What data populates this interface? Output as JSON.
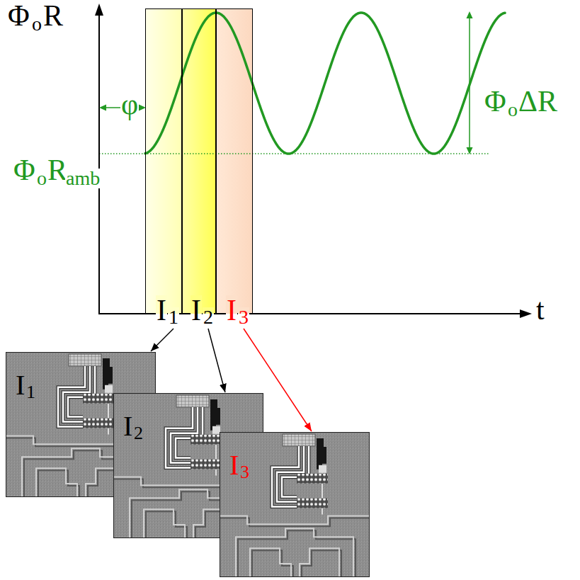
{
  "diagram": {
    "nodes": [
      {
        "text": [
          "I",
          "1"
        ]
      },
      {
        "text": [
          "I",
          "2"
        ]
      },
      {
        "text": [
          "I",
          "3"
        ]
      },
      {
        "text": [
          "I",
          "1"
        ]
      },
      {
        "text": [
          "I",
          "2"
        ]
      },
      {
        "text": [
          "I",
          "3"
        ]
      }
    ],
    "edges": [
      {
        "from": 0,
        "to": 3,
        "arrow": "to"
      },
      {
        "from": 1,
        "to": 4,
        "arrow": "to"
      },
      {
        "from": 2,
        "to": 5,
        "arrow": "to"
      }
    ],
    "labels": [
      "Φ",
      "o",
      "R",
      "φ",
      "Φ",
      "o",
      "R",
      "amb",
      "Φ",
      "o",
      "ΔR",
      "t"
    ]
  }
}
